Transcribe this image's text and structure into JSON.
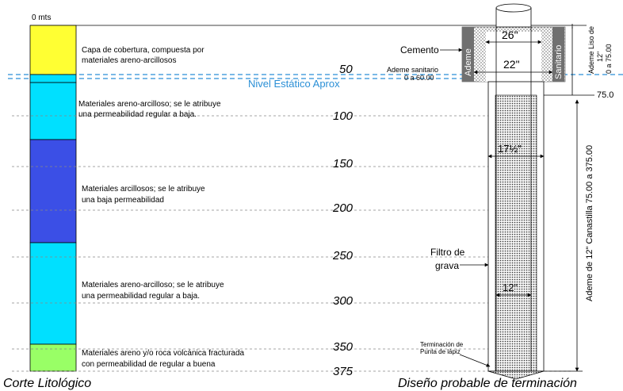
{
  "surface_label": "0 mts",
  "static_level_label": "Nivel Estático Aprox",
  "depth_marks": [
    "50",
    "100",
    "150",
    "200",
    "250",
    "300",
    "350",
    "375"
  ],
  "layers": [
    {
      "color": "#ffff33",
      "lines": [
        "Capa de cobertura, compuesta por",
        "materiales areno-arcillosos"
      ]
    },
    {
      "color": "#00e0ff",
      "lines": [
        "Materiales areno-arcilloso; se le atribuye",
        "una permeabilidad regular a baja."
      ]
    },
    {
      "color": "#3b4fe6",
      "lines": [
        "Materiales arcillosos; se le atribuye",
        "una  baja permeabilidad"
      ]
    },
    {
      "color": "#00e0ff",
      "lines": [
        "Materiales areno-arcilloso; se le atribuye",
        "una permeabilidad regular a baja."
      ]
    },
    {
      "color": "#99ff66",
      "lines": [
        "Materiales areno y/o roca volcánica fracturada",
        "con permeabilidad de regular a buena"
      ]
    }
  ],
  "captions": {
    "left": "Corte Litológico",
    "right": "Diseño probable de terminación"
  },
  "well": {
    "cemento": "Cemento",
    "ademe_tag": "Ademe",
    "sanitario_tag": "Sanitario",
    "dim_26": "26\"",
    "dim_22": "22\"",
    "dim_17": "17½\"",
    "dim_12": "12\"",
    "ademe_sanitario_lines": [
      "Ademe sanitario",
      "0 a 60.00"
    ],
    "filtro_lines": [
      "Filtro de",
      "grava"
    ],
    "terminacion_lines": [
      "Terminación de",
      "Punta de lápiz"
    ],
    "liso_lines": [
      "Ademe Liso de",
      "12\"",
      "0 a 75.00"
    ],
    "value_75": "75.0",
    "canastilla": "Ademe de 12\" Canastilla 75.00 a 375.00"
  },
  "colors": {
    "static_level": "#2a8fd6",
    "pipe_tag": "#707070"
  }
}
